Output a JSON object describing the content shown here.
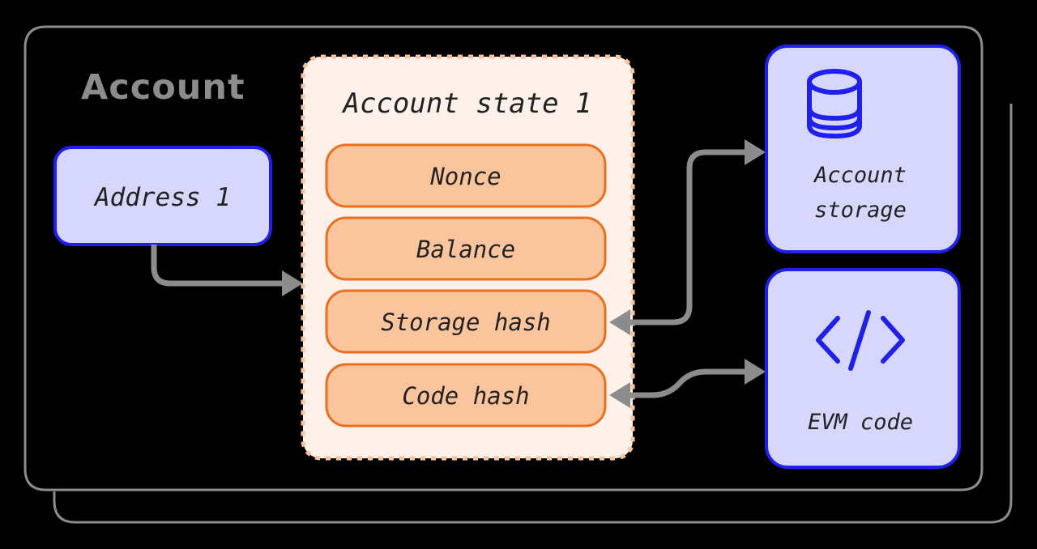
{
  "diagram": {
    "title": "Account",
    "colors": {
      "background": "#000000",
      "frame_stroke": "#8c8c8c",
      "title_gray": "#8c8c8c",
      "blue_fill": "#d7d7fd",
      "blue_stroke": "#2020ee",
      "state_fill": "#fdf1e9",
      "state_dash_stroke": "#f8c4a0",
      "pill_fill": "#fac49c",
      "pill_stroke": "#ec6f1f",
      "connector": "#8c8c8c",
      "text": "#222222"
    },
    "address_box": {
      "label": "Address 1"
    },
    "account_state": {
      "title": "Account state 1",
      "fields": [
        {
          "label": "Nonce"
        },
        {
          "label": "Balance"
        },
        {
          "label": "Storage hash"
        },
        {
          "label": "Code hash"
        }
      ]
    },
    "right_boxes": [
      {
        "label_line1": "Account",
        "label_line2": "storage",
        "icon": "database-icon"
      },
      {
        "label_line1": "EVM code",
        "label_line2": "",
        "icon": "code-brackets-icon"
      }
    ],
    "connectors": [
      {
        "name": "address-to-state",
        "from": "Address 1",
        "to": "Account state 1",
        "direction": "right"
      },
      {
        "name": "state-to-account-storage",
        "from": "Account state 1",
        "to": "Account storage",
        "direction": "right"
      },
      {
        "name": "account-storage-to-storage-hash",
        "from": "Account storage",
        "to": "Storage hash",
        "direction": "left"
      },
      {
        "name": "state-to-evm-code",
        "from": "Account state 1",
        "to": "EVM code",
        "direction": "right"
      },
      {
        "name": "evm-code-to-code-hash",
        "from": "EVM code",
        "to": "Code hash",
        "direction": "left"
      }
    ]
  }
}
